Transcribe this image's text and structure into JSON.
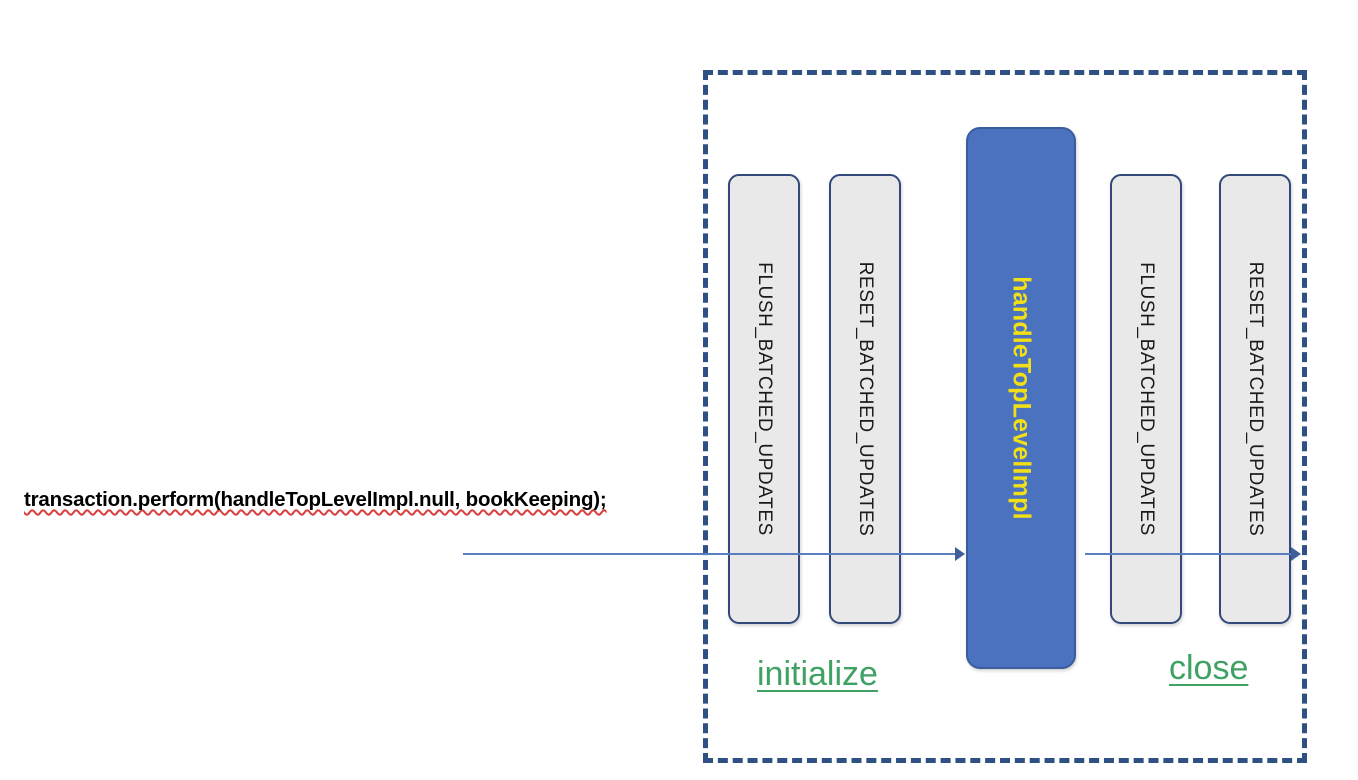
{
  "caption": {
    "code_text": "transaction.perform(handleTopLevelImpl.null, bookKeeping);"
  },
  "diagram": {
    "boxes": [
      {
        "id": "flush-left",
        "label": "FLUSH_BATCHED_UPDATES",
        "kind": "stage",
        "fill": "#e9e9e9",
        "text_color": "#1a1a1a"
      },
      {
        "id": "reset-left",
        "label": "RESET_BATCHED_UPDATES",
        "kind": "stage",
        "fill": "#e9e9e9",
        "text_color": "#1a1a1a"
      },
      {
        "id": "handle",
        "label": "handleTopLevelImpl",
        "kind": "highlight",
        "fill": "#4a72be",
        "text_color": "#f2df16"
      },
      {
        "id": "flush-right",
        "label": "FLUSH_BATCHED_UPDATES",
        "kind": "stage",
        "fill": "#e9e9e9",
        "text_color": "#1a1a1a"
      },
      {
        "id": "reset-right",
        "label": "RESET_BATCHED_UPDATES",
        "kind": "stage",
        "fill": "#e9e9e9",
        "text_color": "#1a1a1a"
      }
    ],
    "phases": [
      {
        "id": "initialize",
        "label": "initialize",
        "color": "#3fa163"
      },
      {
        "id": "close",
        "label": "close",
        "color": "#3fa163"
      }
    ],
    "border_color": "#2e5083",
    "arrow_color": "#5a7fc0"
  }
}
